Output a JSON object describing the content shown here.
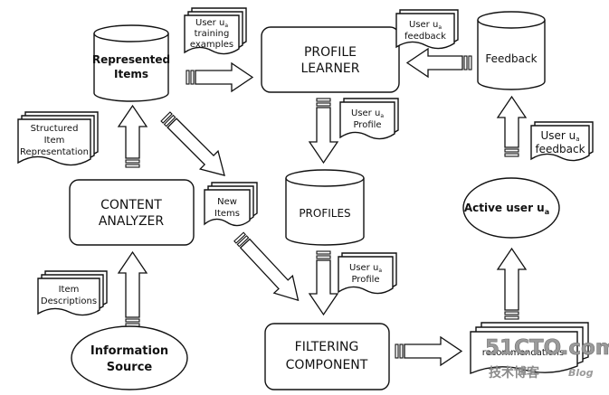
{
  "nodes": {
    "represented_items": [
      "Represented",
      "Items"
    ],
    "profile_learner": [
      "PROFILE",
      "LEARNER"
    ],
    "feedback": [
      "Feedback"
    ],
    "content_analyzer": [
      "CONTENT",
      "ANALYZER"
    ],
    "profiles": [
      "PROFILES"
    ],
    "active_user": {
      "text": "Active user u",
      "sub": "a"
    },
    "information_source": [
      "Information",
      "Source"
    ],
    "filtering_component": [
      "FILTERING",
      "COMPONENT"
    ]
  },
  "documents": {
    "training_examples": {
      "line1": "User u",
      "sub": "a",
      "line2": "training",
      "line3": "examples"
    },
    "feedback_top": {
      "line1": "User u",
      "sub": "a",
      "line2": "feedback"
    },
    "profile_mid": {
      "line1": "User u",
      "sub": "a",
      "line2": "Profile"
    },
    "feedback_right": {
      "line1": "User u",
      "sub": "a",
      "line2": "feedback"
    },
    "structured_item": [
      "Structured",
      "Item",
      "Representation"
    ],
    "new_items": [
      "New",
      "Items"
    ],
    "profile_lower": {
      "line1": "User u",
      "sub": "a",
      "line2": "Profile"
    },
    "item_descriptions": [
      "Item",
      "Descriptions"
    ],
    "recommendations": "recommendations"
  },
  "watermark": {
    "main": "51CTO.com",
    "cn": "技术博客",
    "blog": "Blog"
  }
}
